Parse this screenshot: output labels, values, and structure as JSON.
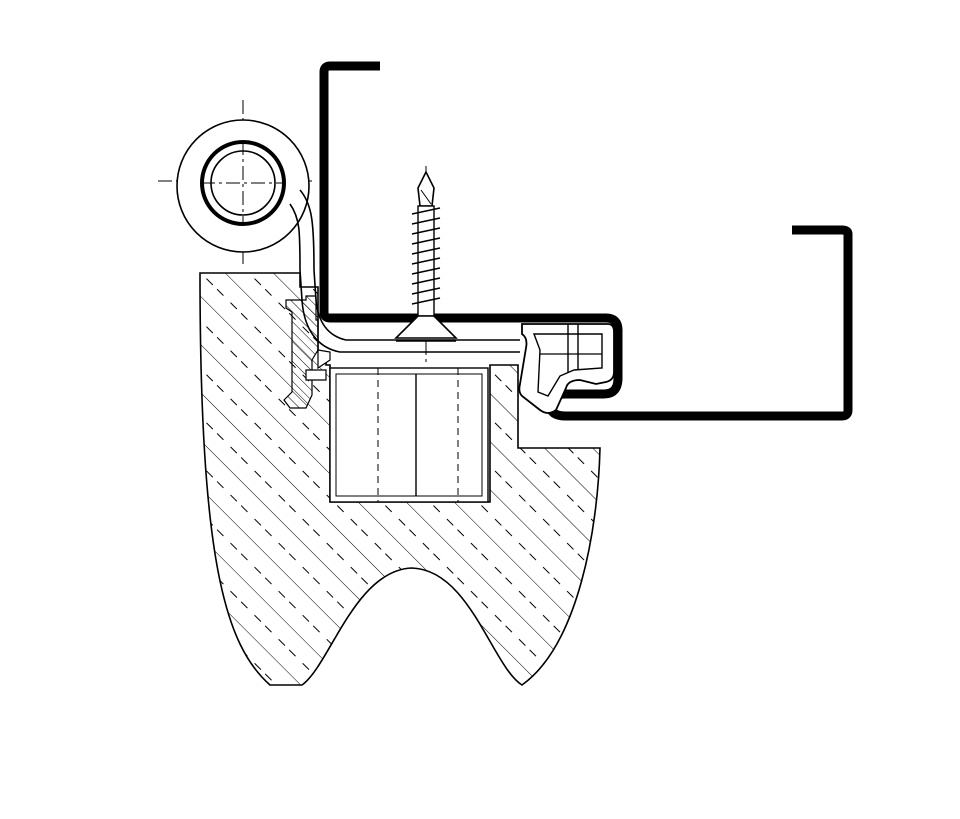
{
  "colors": {
    "background": "#ffffff",
    "line": "#000000",
    "steel_frame": "#000000"
  },
  "drawing": {
    "type": "technical-cross-section",
    "style": "black line art, hatched section",
    "components": [
      "door-leaf-section",
      "steel-door-frame",
      "hinge-knuckle",
      "self-drilling-screw",
      "hinge-mounting-block",
      "hinge-leaf-plate",
      "rubber-gasket"
    ]
  }
}
